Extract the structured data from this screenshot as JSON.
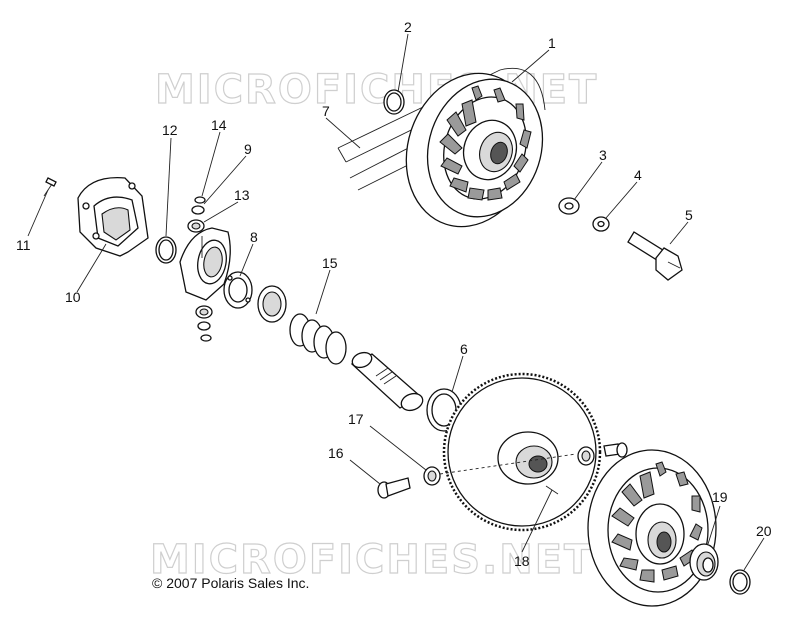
{
  "watermarks": [
    "MICROFICHES.NET",
    "MICROFICHES.NET"
  ],
  "copyright": "© 2007 Polaris Sales Inc.",
  "callouts": [
    {
      "n": "1"
    },
    {
      "n": "2"
    },
    {
      "n": "3"
    },
    {
      "n": "4"
    },
    {
      "n": "5"
    },
    {
      "n": "6"
    },
    {
      "n": "7"
    },
    {
      "n": "8"
    },
    {
      "n": "9"
    },
    {
      "n": "10"
    },
    {
      "n": "11"
    },
    {
      "n": "12"
    },
    {
      "n": "13"
    },
    {
      "n": "14"
    },
    {
      "n": "15"
    },
    {
      "n": "16"
    },
    {
      "n": "17"
    },
    {
      "n": "18"
    },
    {
      "n": "19"
    },
    {
      "n": "20"
    }
  ]
}
